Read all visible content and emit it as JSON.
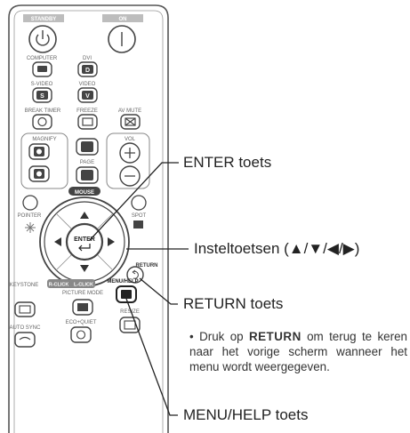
{
  "remote": {
    "standby": "STANDBY",
    "on": "ON",
    "computer": "COMPUTER",
    "dvi": "DVI",
    "dvi_key": "D",
    "s_video": "S-VIDEO",
    "video": "VIDEO",
    "s_key": "S",
    "v_key": "V",
    "break_timer": "BREAK TIMER",
    "freeze": "FREEZE",
    "av_mute": "AV MUTE",
    "magnify": "MAGNIFY",
    "vol": "VOL",
    "page": "PAGE",
    "mouse": "MOUSE",
    "pointer": "POINTER",
    "spot": "SPOT",
    "enter": "ENTER",
    "return": "RETURN",
    "keystone": "KEYSTONE",
    "picture_mode": "PICTURE MODE",
    "menu_help": "MENU/HELP",
    "auto_sync": "AUTO SYNC",
    "eco_quiet": "ECO+QUIET",
    "resize": "RESIZE",
    "r_click": "R-CLICK",
    "l_click": "L-CLICK"
  },
  "callouts": {
    "enter": "ENTER toets",
    "arrows": "Insteltoetsen (▲/▼/◀/▶)",
    "return": "RETURN toets",
    "menu_help": "MENU/HELP toets"
  },
  "note": {
    "bullet": "•",
    "text_pre": "Druk op",
    "text_bold": "RETURN",
    "text_post": "om terug te keren naar het vorige scherm wanneer het menu wordt weergegeven."
  }
}
